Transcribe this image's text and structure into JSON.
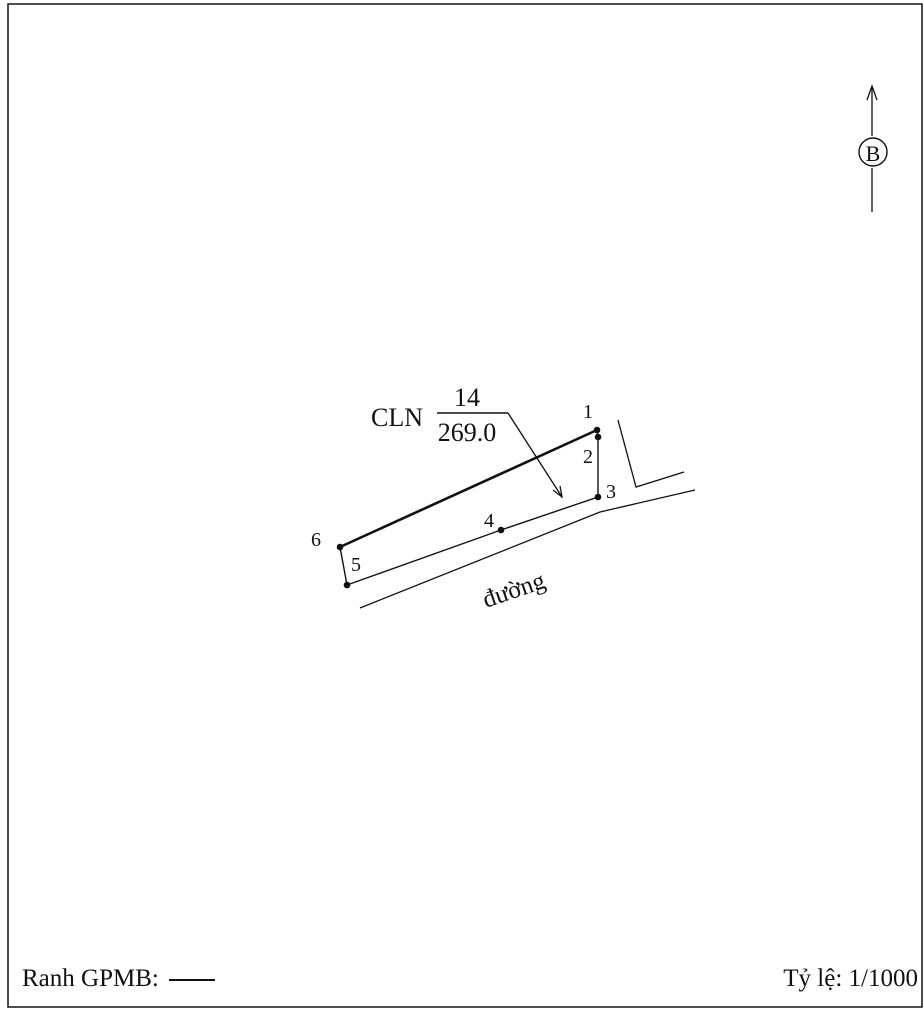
{
  "map": {
    "land_use": "CLN",
    "parcel_number": "14",
    "area": "269.0",
    "road_label": "đường",
    "north_label": "B",
    "vertices": [
      {
        "id": "1",
        "label": "1"
      },
      {
        "id": "2",
        "label": "2"
      },
      {
        "id": "3",
        "label": "3"
      },
      {
        "id": "4",
        "label": "4"
      },
      {
        "id": "5",
        "label": "5"
      },
      {
        "id": "6",
        "label": "6"
      }
    ]
  },
  "legend": {
    "label": "Ranh GPMB:"
  },
  "scale": {
    "text": "Tỷ lệ: 1/1000"
  },
  "colors": {
    "ink": "#111111",
    "background": "#ffffff"
  }
}
